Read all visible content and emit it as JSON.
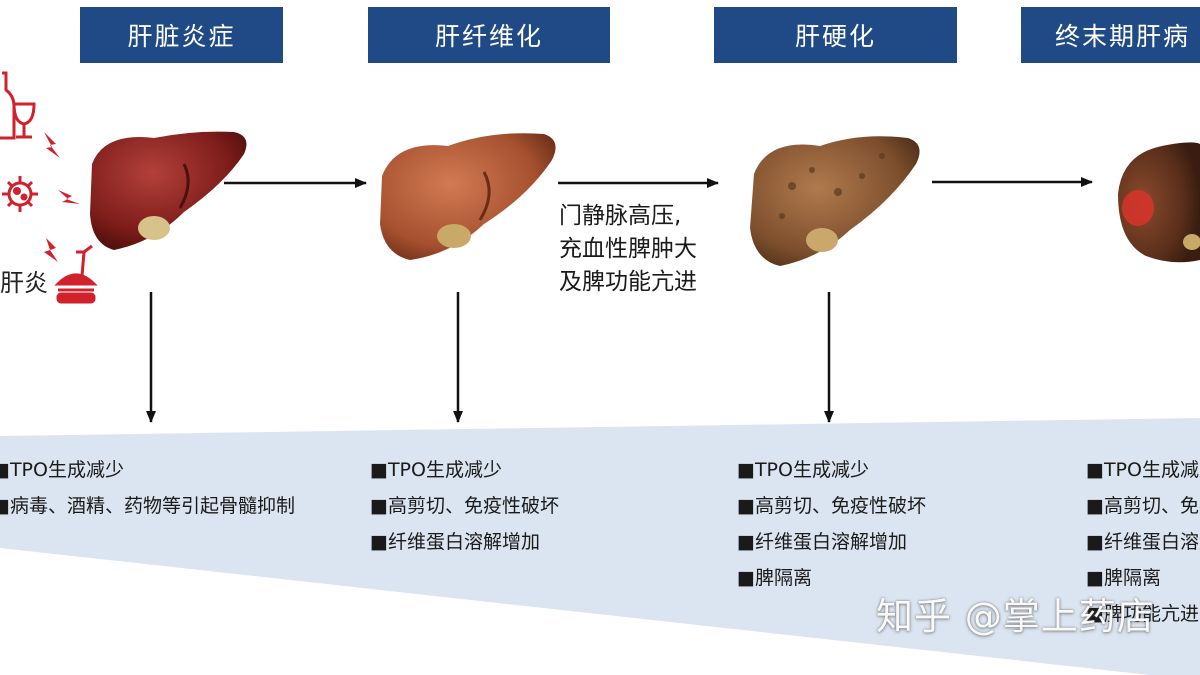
{
  "stages": [
    {
      "title": "肝脏炎症"
    },
    {
      "title": "肝纤维化"
    },
    {
      "title": "肝硬化"
    },
    {
      "title": "终末期肝病"
    }
  ],
  "cause_label": "肝炎",
  "portal_note": [
    "门静脉高压,",
    "充血性脾肿大",
    "及脾功能亢进"
  ],
  "mechanisms": [
    [
      "■TPO生成减少",
      "■病毒、酒精、药物等引起骨髓抑制"
    ],
    [
      "■TPO生成减少",
      "■高剪切、免疫性破坏",
      "■纤维蛋白溶解增加"
    ],
    [
      "■TPO生成减少",
      "■高剪切、免疫性破坏",
      "■纤维蛋白溶解增加",
      "■脾隔离"
    ],
    [
      "■TPO生成减少",
      "■高剪切、免疫性破坏",
      "■纤维蛋白溶解增加",
      "■脾隔离",
      "■脾功能亢进"
    ]
  ],
  "watermark": "知乎 @掌上药店",
  "colors": {
    "header_bg": "#1f4a86",
    "band": "#dbe5f1",
    "arrow": "#111111",
    "cause_icons": "#d0212d"
  },
  "icons": [
    "liquor-bottle-icon",
    "wine-glass-icon",
    "virus-icon",
    "fast-food-icon",
    "lightning-bolt-icon"
  ]
}
